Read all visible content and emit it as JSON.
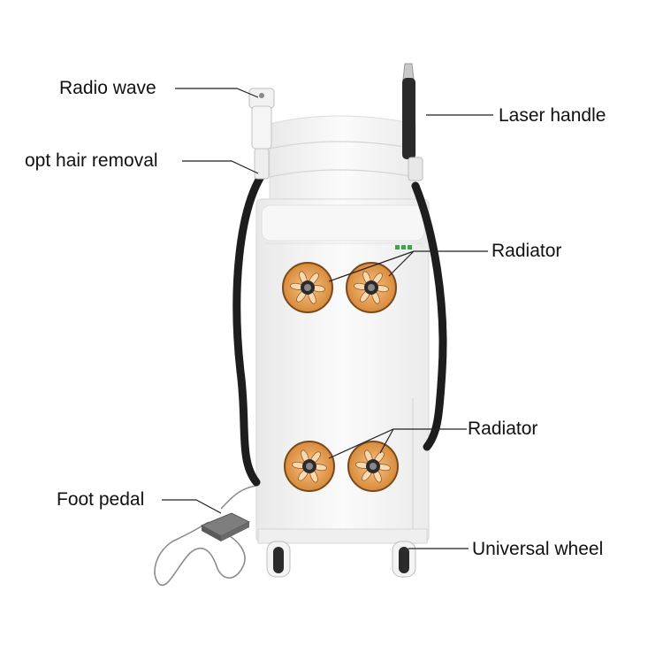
{
  "labels": {
    "radio_wave": "Radio wave",
    "opt_hair_removal": "opt hair removal",
    "laser_handle": "Laser handle",
    "radiator_top": "Radiator",
    "radiator_bottom": "Radiator",
    "foot_pedal": "Foot pedal",
    "universal_wheel": "Universal wheel"
  },
  "colors": {
    "cabinet": "#f4f4f4",
    "cabinet_edge": "#d8d8d8",
    "fan_orange": "#e8a355",
    "fan_dark": "#5b3a1c",
    "cable": "#1d1d1d",
    "leader_line": "#222222",
    "indicator_green": "#3aa64b"
  },
  "icons": {
    "fans": [
      "fan-icon",
      "fan-icon",
      "fan-icon",
      "fan-icon"
    ],
    "wheels": [
      "wheel-icon",
      "wheel-icon"
    ],
    "handpieces": [
      "radio-wave-handpiece-icon",
      "laser-handpiece-icon"
    ],
    "pedal": "foot-pedal-icon"
  }
}
